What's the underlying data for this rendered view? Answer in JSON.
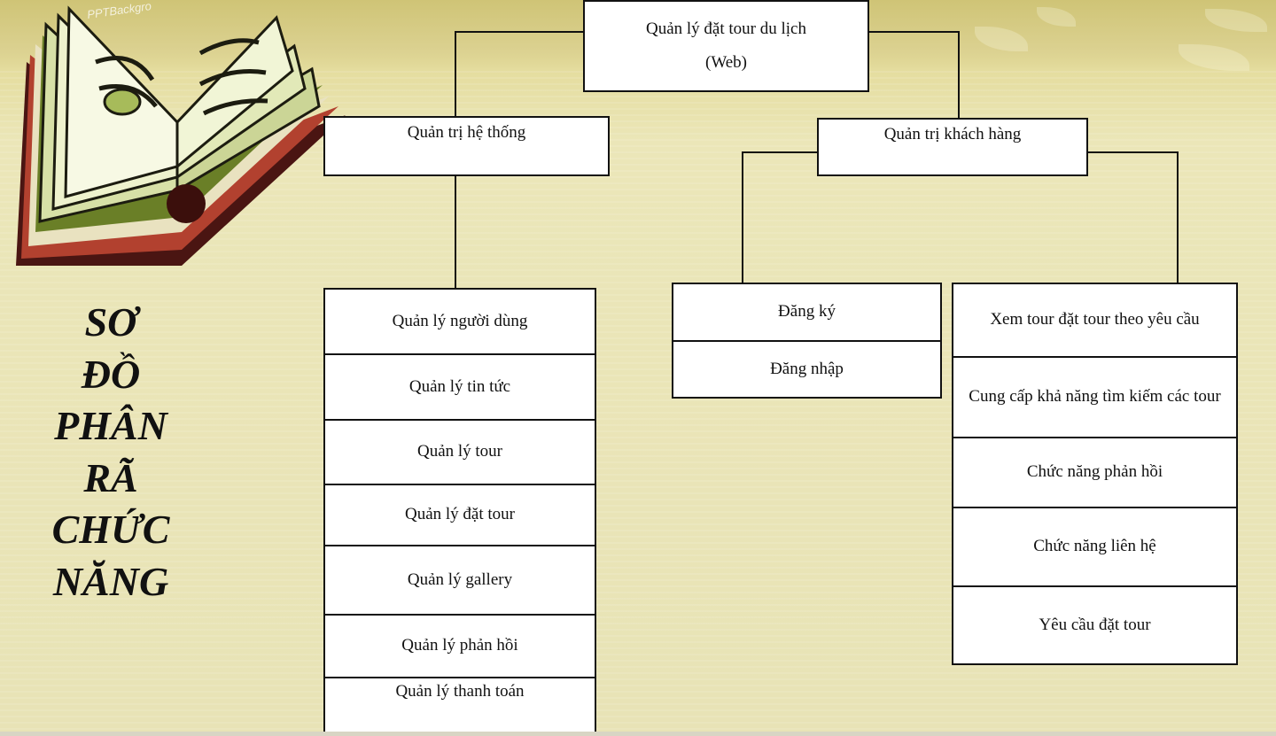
{
  "watermark": "PPTBackgro",
  "title_lines": [
    "SƠ",
    "ĐỒ",
    "PHÂN",
    "RÃ",
    "CHỨC",
    "NĂNG"
  ],
  "root": {
    "line1": "Quản lý đặt tour du lịch",
    "line2": "(Web)"
  },
  "admin": {
    "label": "Quản trị hệ thống",
    "items": [
      "Quản lý người dùng",
      "Quản lý tin tức",
      "Quản lý tour",
      "Quản lý đặt tour",
      "Quản lý gallery",
      "Quản lý phản hồi",
      "Quản lý thanh toán"
    ]
  },
  "customer": {
    "label": "Quản trị khách hàng",
    "account_items": [
      "Đăng ký",
      "Đăng nhập"
    ],
    "function_items": [
      "Xem tour đặt tour theo yêu cầu",
      "Cung cấp khả năng tìm kiếm các tour",
      "Chức năng phản hồi",
      "Chức năng liên hệ",
      "Yêu cầu đặt tour"
    ]
  }
}
